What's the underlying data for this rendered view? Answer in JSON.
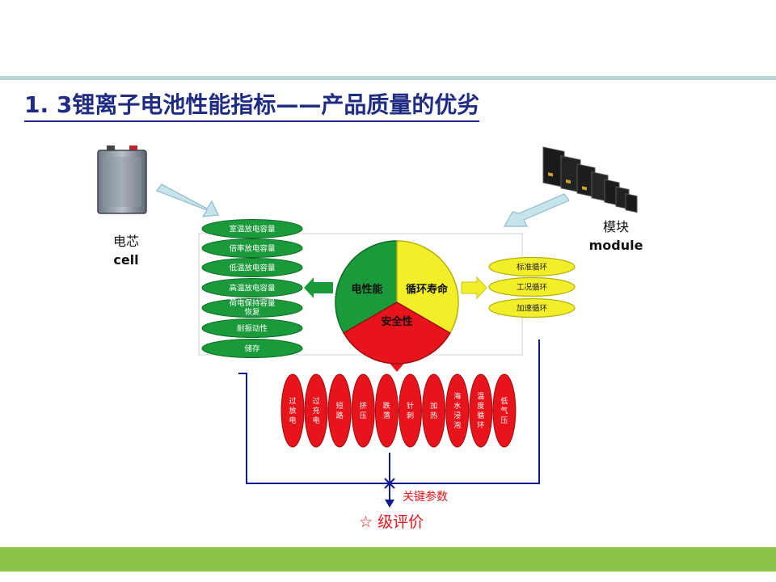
{
  "title": "1. 3锂离子电池性能指标——产品质量的优劣",
  "cell": {
    "label_cn": "电芯",
    "label_en": "cell"
  },
  "module": {
    "label_cn": "模块",
    "label_en": "module"
  },
  "left_items": [
    "室温放电容量",
    "倍率放电容量",
    "低温放电容量",
    "高温放电容量",
    "荷电保持容量恢复",
    "耐振动性",
    "储存"
  ],
  "right_items": [
    "标准循环",
    "工况循环",
    "加速循环"
  ],
  "pie": {
    "left": "电性能",
    "right": "循环寿命",
    "bottom": "安全性"
  },
  "safety_items": [
    "过放电",
    "过充电",
    "短路",
    "挤压",
    "跌落",
    "针刺",
    "加热",
    "海水浸泡",
    "温度循环",
    "低气压"
  ],
  "key_params": "关键参数",
  "grade": "☆ 级评价",
  "colors": {
    "title": "#1f2c83",
    "green": "#1a9a3a",
    "yellow": "#f2ee2a",
    "red": "#e8141b",
    "blue": "#0f1b8f",
    "bar": "#8cc44a"
  }
}
